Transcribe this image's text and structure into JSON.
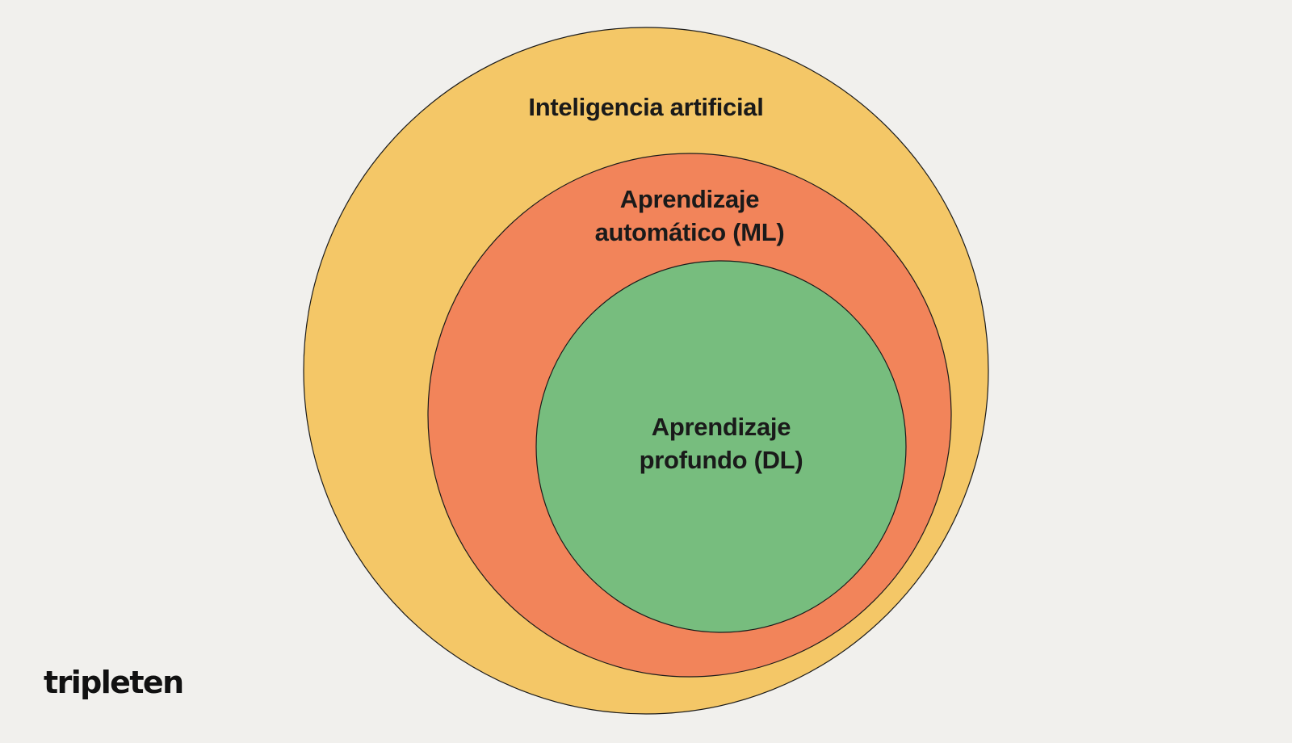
{
  "diagram": {
    "type": "nested-circles",
    "rings": [
      {
        "id": "ai",
        "label_lines": [
          "Inteligencia artificial"
        ],
        "fill": "#f4c767"
      },
      {
        "id": "ml",
        "label_lines": [
          "Aprendizaje",
          "automático (ML)"
        ],
        "fill": "#f2845a"
      },
      {
        "id": "dl",
        "label_lines": [
          "Aprendizaje",
          "profundo (DL)"
        ],
        "fill": "#77bd7e"
      }
    ],
    "stroke": "#1a1a1a",
    "background": "#f1f0ed"
  },
  "brand": {
    "logo_text": "tripleten"
  }
}
